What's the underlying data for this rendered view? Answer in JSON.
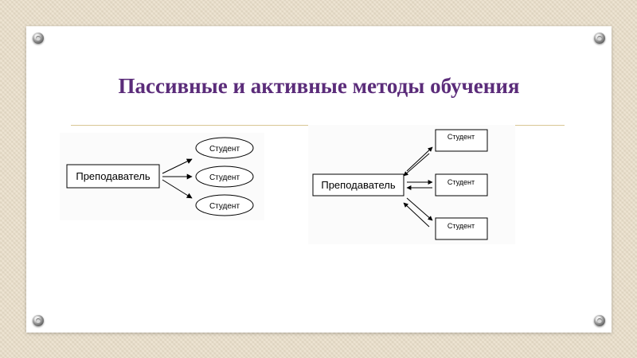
{
  "title": "Пассивные и активные методы обучения",
  "passive": {
    "teacher": "Преподаватель",
    "students": [
      "Студент",
      "Студент",
      "Студент"
    ]
  },
  "active": {
    "teacher": "Преподаватель",
    "students": [
      "Студент",
      "Студент",
      "Студент"
    ]
  }
}
